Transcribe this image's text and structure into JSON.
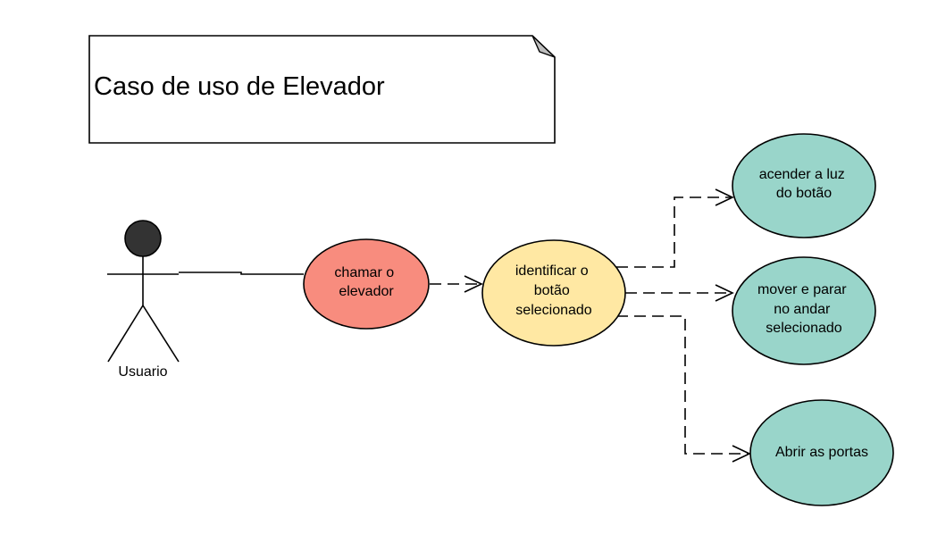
{
  "note": {
    "title": "Caso de uso de Elevador"
  },
  "actor": {
    "label": "Usuario"
  },
  "use_cases": {
    "chamar": {
      "lines": [
        "chamar o",
        "elevador"
      ],
      "fill": "#F88C7E"
    },
    "identificar": {
      "lines": [
        "identificar o",
        "botão",
        "selecionado"
      ],
      "fill": "#FFE8A3"
    },
    "acender": {
      "lines": [
        "acender a luz",
        "do botão"
      ],
      "fill": "#99D5CA"
    },
    "mover": {
      "lines": [
        "mover e parar",
        "no andar",
        "selecionado"
      ],
      "fill": "#99D5CA"
    },
    "abrir": {
      "lines": [
        "Abrir as portas"
      ],
      "fill": "#99D5CA"
    }
  },
  "colors": {
    "actor_head": "#333333",
    "note_fold": "#BDBDBD",
    "stroke": "#000000"
  }
}
